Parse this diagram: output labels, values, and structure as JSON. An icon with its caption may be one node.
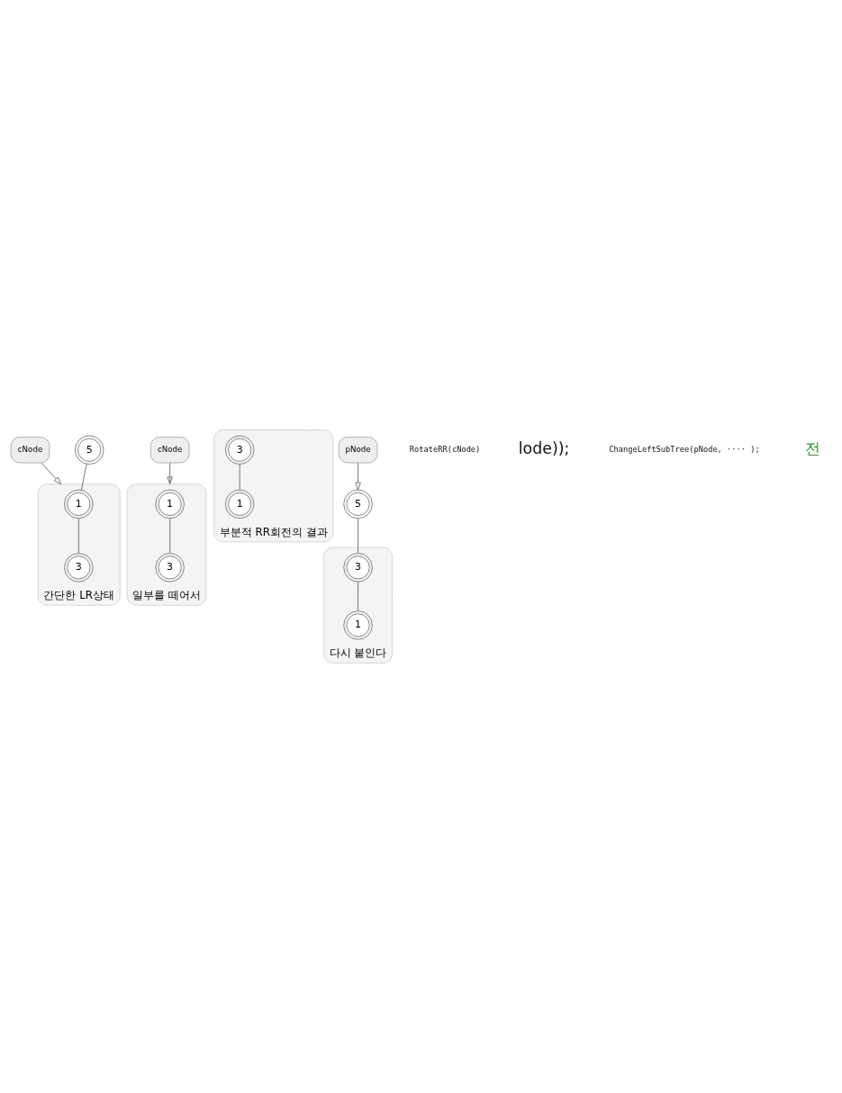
{
  "diagram": {
    "nodes": [
      {
        "text": [
          "간단한 LR상태"
        ]
      },
      {
        "text": [
          "cNode"
        ]
      },
      {
        "text": [
          "5"
        ]
      },
      {
        "text": [
          "1"
        ],
        "in": 0
      },
      {
        "text": [
          "3"
        ],
        "in": 0
      },
      {
        "text": [
          "일부를 떼어서"
        ]
      },
      {
        "text": [
          "cNode"
        ]
      },
      {
        "text": [
          "1"
        ],
        "in": 5
      },
      {
        "text": [
          "3"
        ],
        "in": 5
      },
      {
        "text": [
          "부분적 RR회전의 결과"
        ]
      },
      {
        "text": [
          "3"
        ],
        "in": 9
      },
      {
        "text": [
          "1"
        ],
        "in": 9
      },
      {
        "text": [
          "pNode"
        ]
      },
      {
        "text": [
          "5"
        ]
      },
      {
        "text": [
          "다시 붙인다"
        ]
      },
      {
        "text": [
          "3"
        ],
        "in": 14
      },
      {
        "text": [
          "1"
        ],
        "in": 14
      }
    ],
    "edges": [
      {
        "from": 1,
        "to": 0,
        "arrow": "to"
      },
      {
        "from": 2,
        "to": 3,
        "arrow": "none"
      },
      {
        "from": 3,
        "to": 4,
        "arrow": "none"
      },
      {
        "from": 6,
        "to": 5,
        "arrow": "to"
      },
      {
        "from": 7,
        "to": 8,
        "arrow": "none"
      },
      {
        "from": 10,
        "to": 11,
        "arrow": "none"
      },
      {
        "from": 12,
        "to": 13,
        "arrow": "to"
      },
      {
        "from": 13,
        "to": 15,
        "arrow": "none"
      },
      {
        "from": 15,
        "to": 16,
        "arrow": "none"
      }
    ],
    "labels": [
      "RotateRR(cNode)",
      "lode));",
      "ChangeLeftSubTree(pNode, ···· );",
      "전"
    ]
  }
}
